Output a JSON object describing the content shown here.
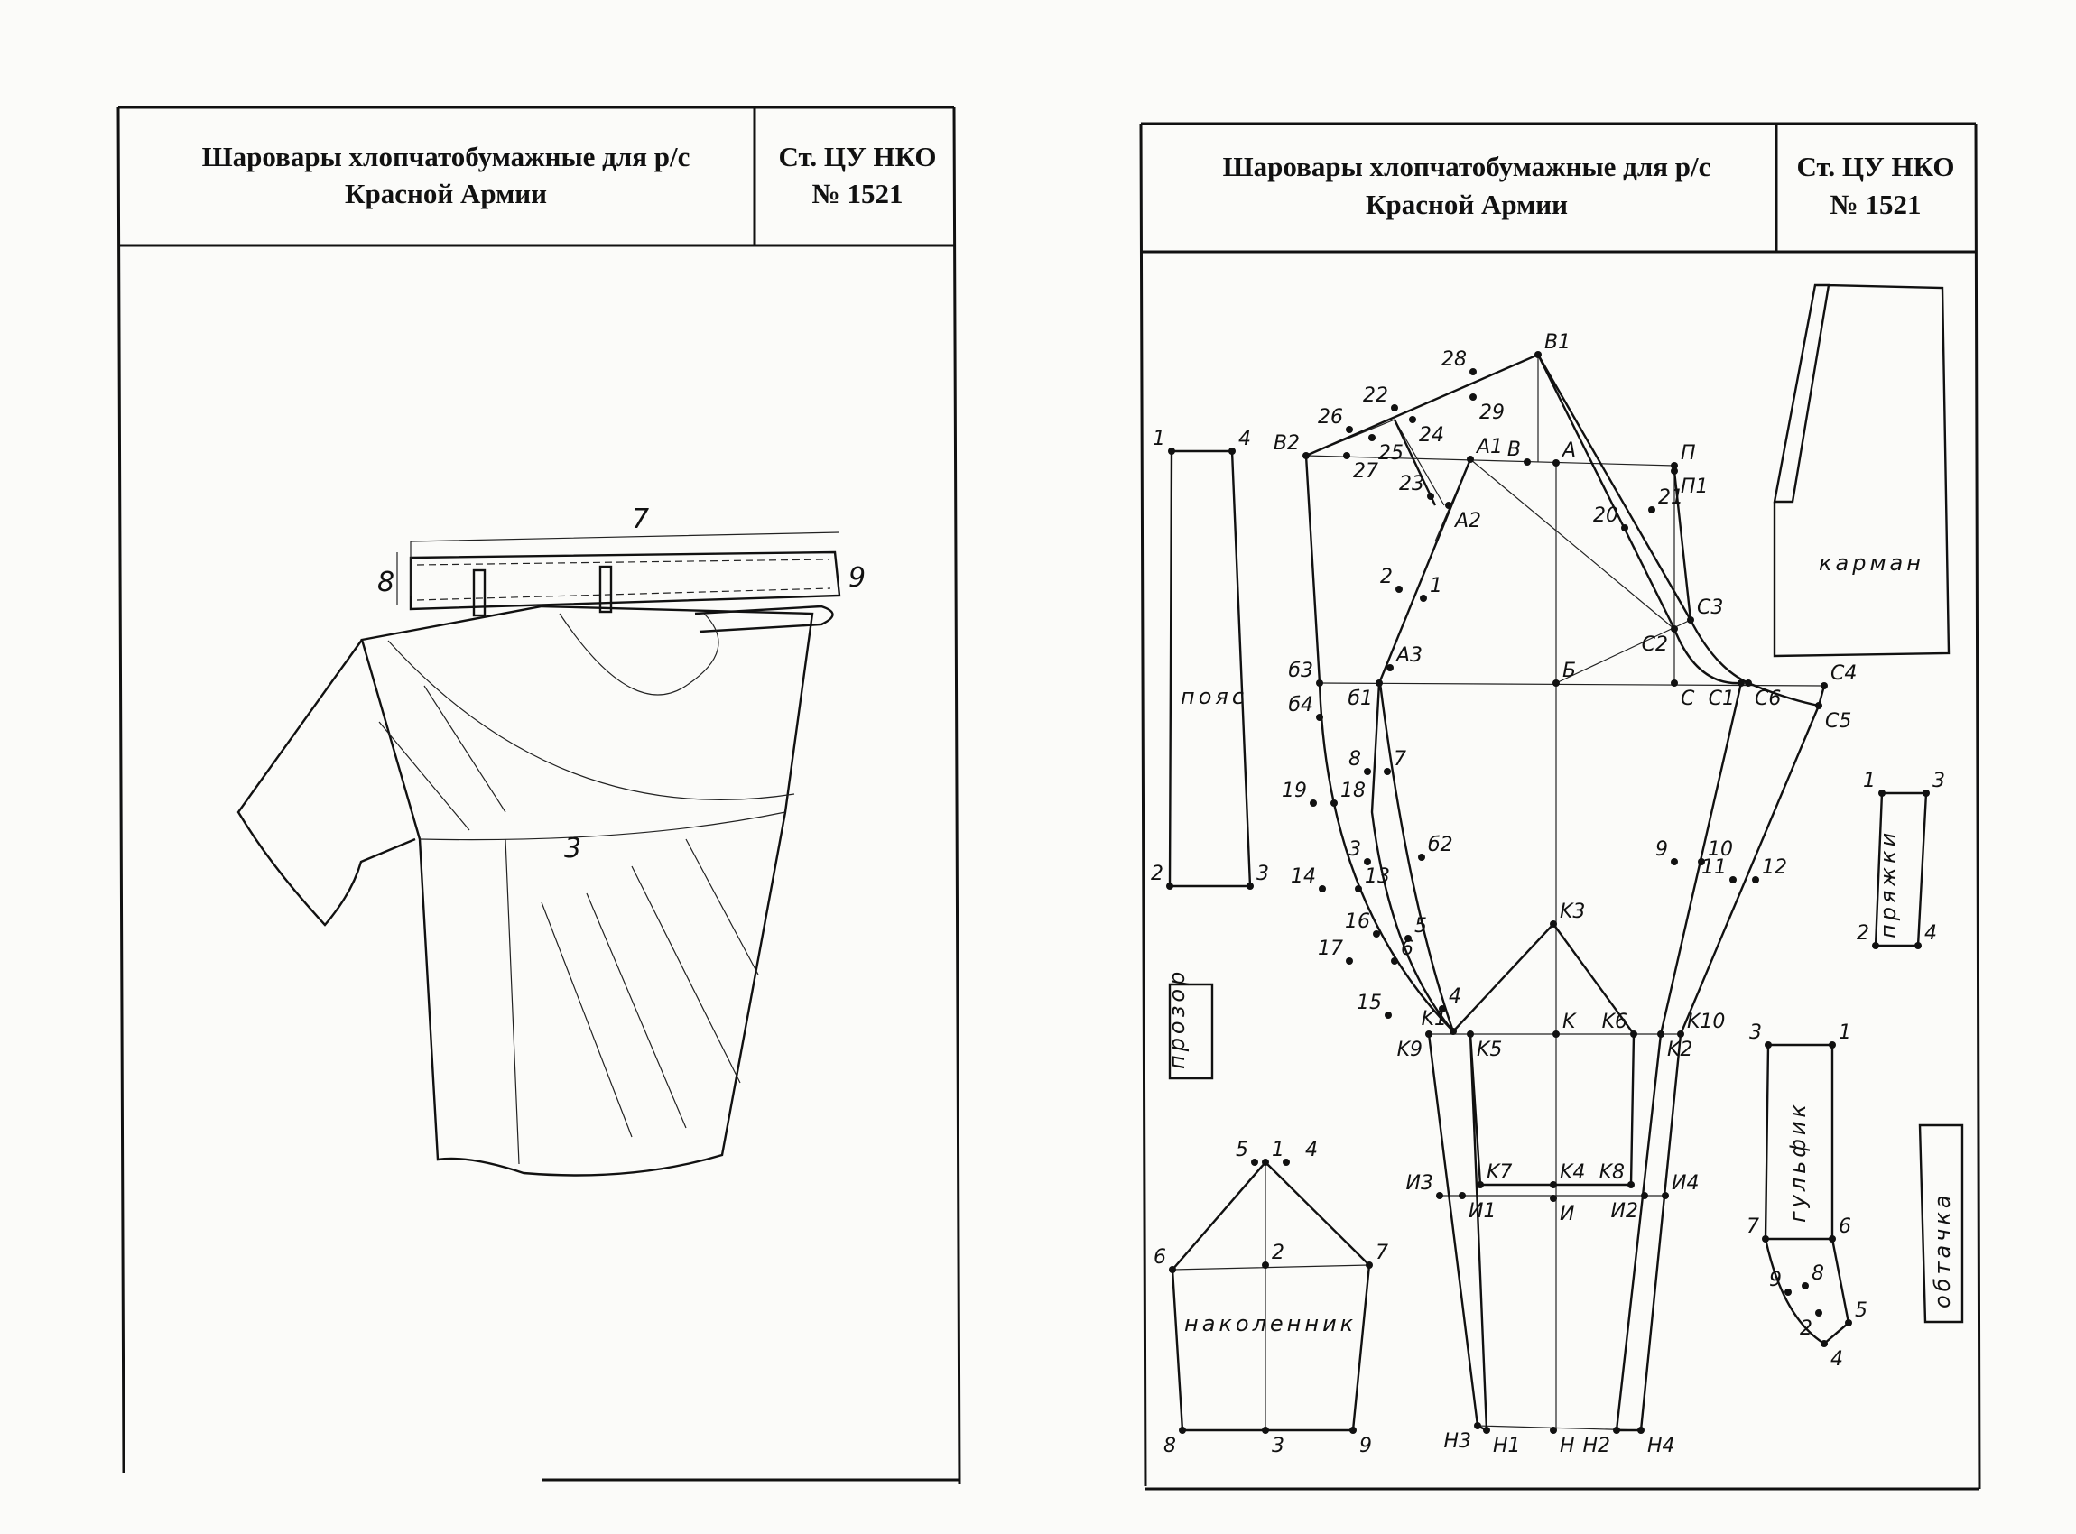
{
  "left_page": {
    "title_line1": "Шаровары хлопчатобумажные для р/с",
    "title_line2": "Красной Армии",
    "standard_line1": "Ст. ЦУ НКО",
    "standard_line2": "№ 1521",
    "dimension_labels": [
      "7",
      "8",
      "9",
      "3"
    ]
  },
  "right_page": {
    "title_line1": "Шаровары хлопчатобумажные для р/с",
    "title_line2": "Красной Армии",
    "standard_line1": "Ст. ЦУ НКО",
    "standard_line2": "№ 1521",
    "piece_names": {
      "belt": "пояс",
      "pocket": "карман",
      "buckles": "пряжки",
      "fly_gap": "прозор",
      "fly": "гульфик",
      "facing": "обтачка",
      "knee_patch": "наколенник"
    },
    "point_labels": [
      "B1",
      "B2",
      "A1",
      "B",
      "A",
      "П",
      "П1",
      "28",
      "29",
      "22",
      "24",
      "26",
      "25",
      "27",
      "23",
      "A2",
      "20",
      "21",
      "C3",
      "C2",
      "2",
      "1",
      "б3",
      "б1",
      "A3",
      "Б",
      "C",
      "C1",
      "C6",
      "C4",
      "C5",
      "б4",
      "8",
      "7",
      "19",
      "18",
      "б2",
      "3",
      "14",
      "13",
      "16",
      "5",
      "17",
      "6",
      "15",
      "4",
      "K3",
      "K1",
      "K5",
      "K",
      "K6",
      "K2",
      "K10",
      "K9",
      "9",
      "10",
      "11",
      "12",
      "K7",
      "K4",
      "K8",
      "И3",
      "И1",
      "И",
      "И2",
      "И4",
      "H3",
      "H1",
      "H",
      "H2",
      "H4"
    ],
    "belt_labels": [
      "1",
      "4",
      "2",
      "3"
    ],
    "buckle_labels": [
      "1",
      "3",
      "2",
      "4"
    ],
    "fly_labels": [
      "3",
      "1",
      "7",
      "6",
      "9",
      "8",
      "2",
      "5",
      "4"
    ],
    "knee_labels": [
      "5",
      "1",
      "4",
      "6",
      "2",
      "7",
      "8",
      "3",
      "9"
    ]
  }
}
